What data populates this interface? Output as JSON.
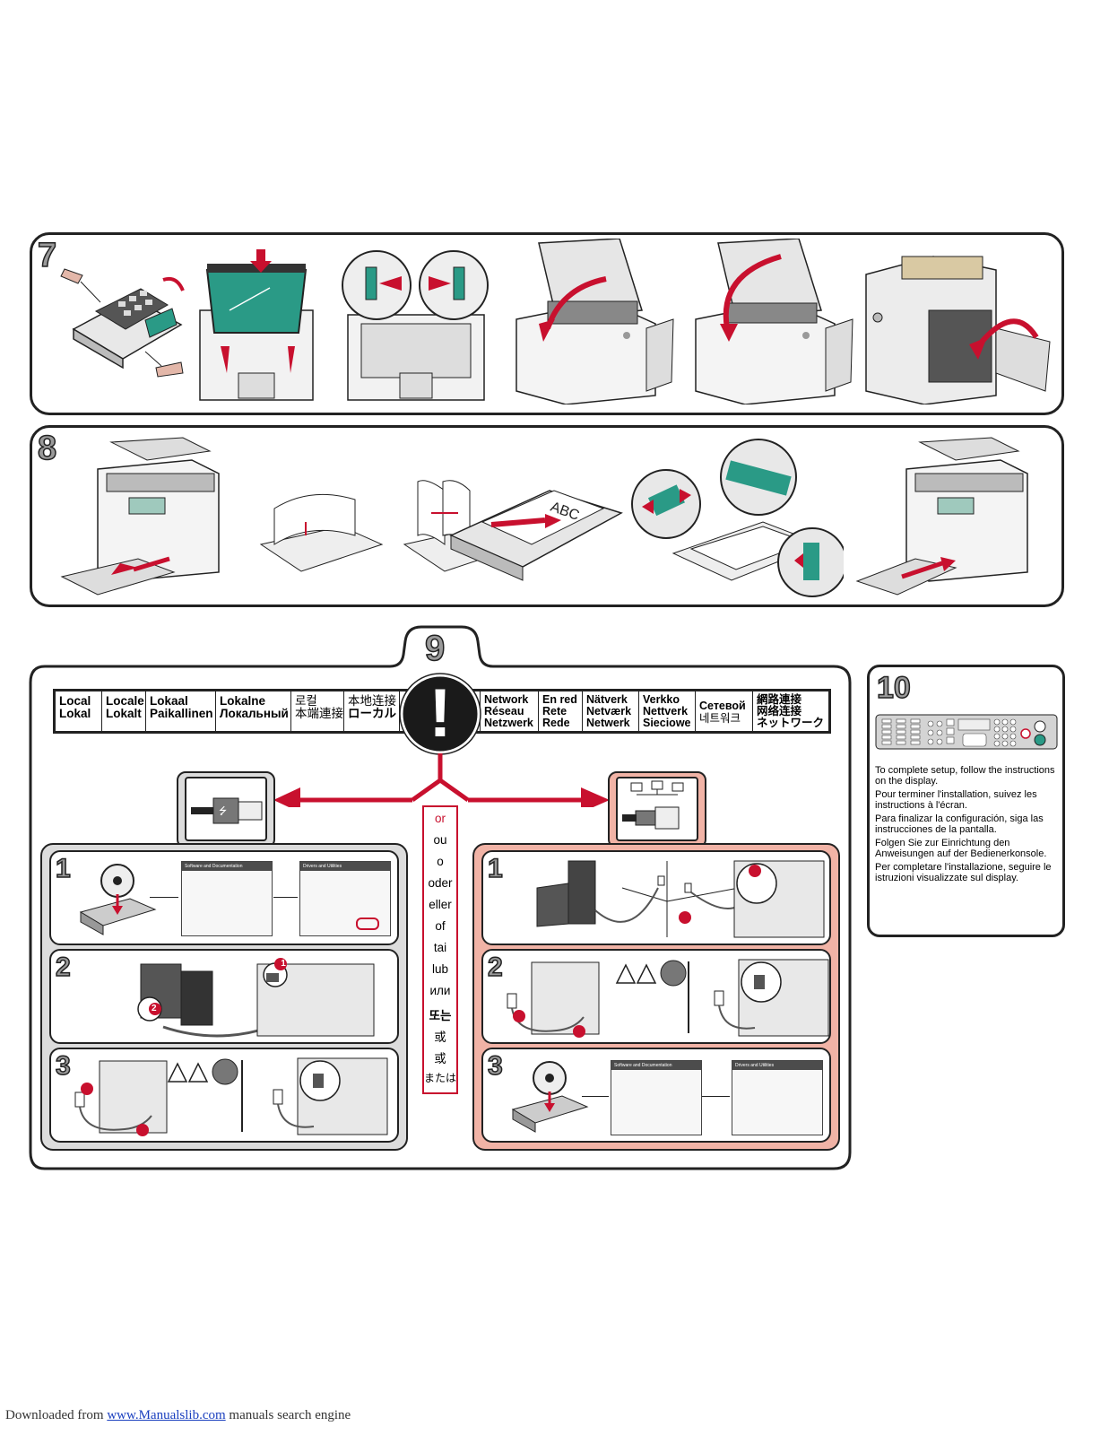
{
  "step7": {
    "number": "7"
  },
  "step8": {
    "number": "8"
  },
  "step9": {
    "number": "9",
    "local_labels": [
      [
        "Local",
        "Lokal"
      ],
      [
        "Locale",
        "Lokalt"
      ],
      [
        "Lokaal",
        "Paikallinen"
      ],
      [
        "Lokalne",
        "Локальный"
      ],
      [
        "로컬",
        "本端連接"
      ],
      [
        "本地连接",
        "ローカル"
      ]
    ],
    "network_labels": [
      [
        "Network",
        "Réseau",
        "Netzwerk"
      ],
      [
        "En red",
        "Rete",
        "Rede"
      ],
      [
        "Nätverk",
        "Netværk",
        "Netwerk"
      ],
      [
        "Verkko",
        "Nettverk",
        "Sieciowe"
      ],
      [
        "Сетевой",
        "네트워크"
      ],
      [
        "網路連接",
        "网络连接",
        "ネットワーク"
      ]
    ],
    "exclamation": "!",
    "or_words": [
      "or",
      "ou",
      "o",
      "oder",
      "eller",
      "of",
      "tai",
      "lub",
      "или",
      "또는",
      "或",
      "或",
      "または"
    ],
    "local_steps": [
      "1",
      "2",
      "3"
    ],
    "network_steps": [
      "1",
      "2",
      "3"
    ],
    "callouts": {
      "one": "1",
      "two": "2"
    },
    "screens": {
      "software_title": "Software and Documentation",
      "drivers_title": "Drivers and Utilities"
    }
  },
  "step10": {
    "number": "10",
    "instructions": [
      "To complete setup, follow the instructions on the display.",
      "Pour terminer l'installation, suivez les instructions à l'écran.",
      "Para finalizar la configuración, siga las instrucciones de la pantalla.",
      "Folgen Sie zur Einrichtung den Anweisungen auf der Bedienerkonsole.",
      "Per completare l'installazione, seguire le istruzioni visualizzate sul display."
    ]
  },
  "footer": {
    "prefix": "Downloaded from ",
    "link": "www.Manualslib.com",
    "suffix": " manuals search engine"
  },
  "colors": {
    "accent_red": "#c8102e",
    "teal": "#2a9a86",
    "pink_panel": "#f1b3a6",
    "gray_panel": "#dcdcdc"
  }
}
